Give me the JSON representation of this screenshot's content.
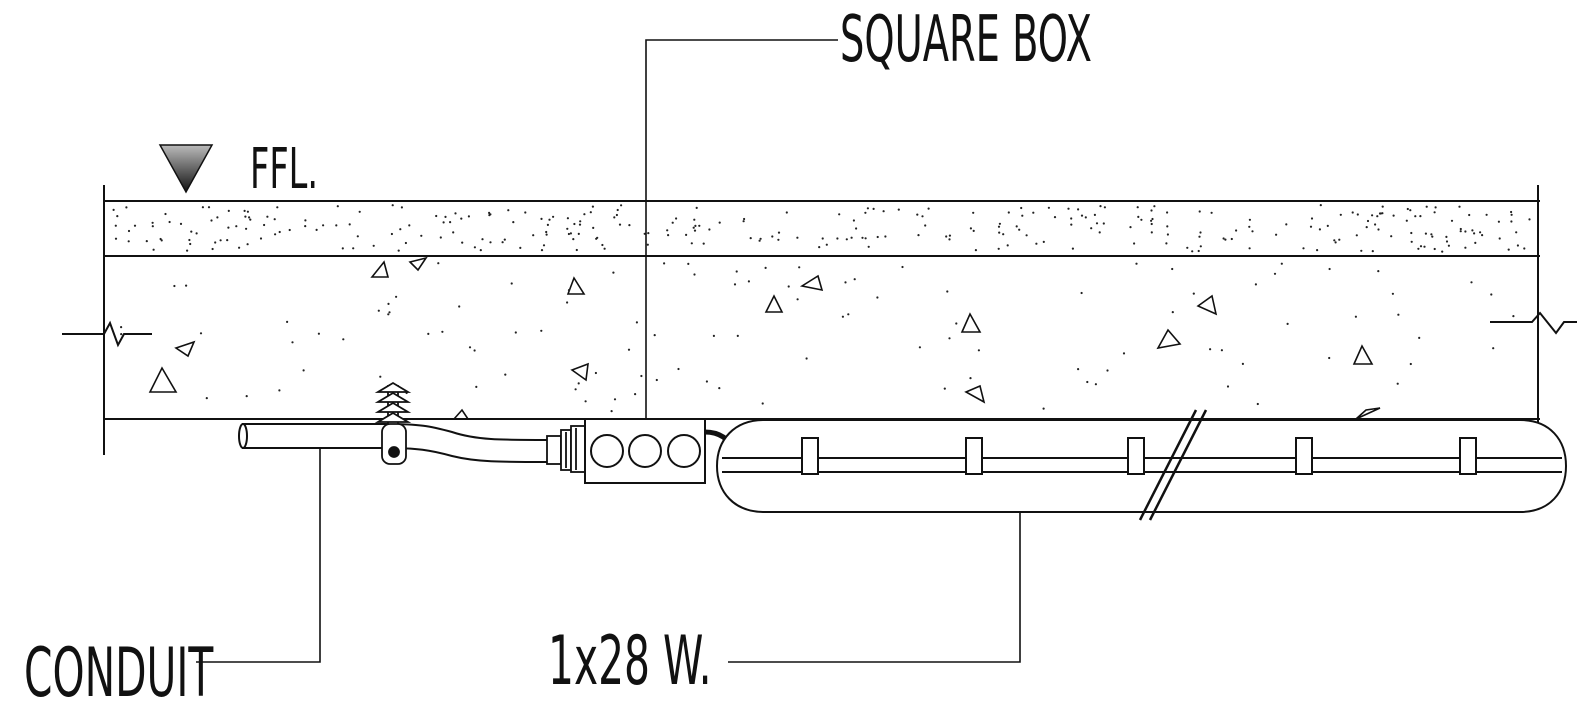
{
  "labels": {
    "square_box": "SQUARE BOX",
    "ffl": "FFL.",
    "conduit": "CONDUIT",
    "fixture": "1x28 W."
  },
  "colors": {
    "line": "#111111",
    "background": "#ffffff"
  }
}
